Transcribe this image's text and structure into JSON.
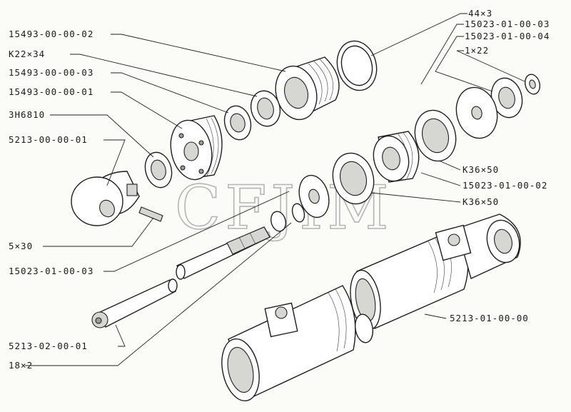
{
  "watermark": "CFJIM",
  "labels": {
    "p_44x3": "44×3",
    "p_15023_01_00_03_top": "15023-01-00-03",
    "p_15023_01_00_04": "15023-01-00-04",
    "p_1x22": "1×22",
    "p_15493_00_00_02": "15493-00-00-02",
    "p_K22x34": "K22×34",
    "p_15493_00_00_03": "15493-00-00-03",
    "p_15493_00_00_01": "15493-00-00-01",
    "p_3H6810": "3H6810",
    "p_5213_00_00_01": "5213-00-00-01",
    "p_K36x50_a": "K36×50",
    "p_15023_01_00_02": "15023-01-00-02",
    "p_K36x50_b": "K36×50",
    "p_5x30": "5×30",
    "p_15023_01_00_03_left": "15023-01-00-03",
    "p_5213_01_00_00": "5213-01-00-00",
    "p_5213_02_00_01": "5213-02-00-01",
    "p_18x2": "18×2"
  }
}
